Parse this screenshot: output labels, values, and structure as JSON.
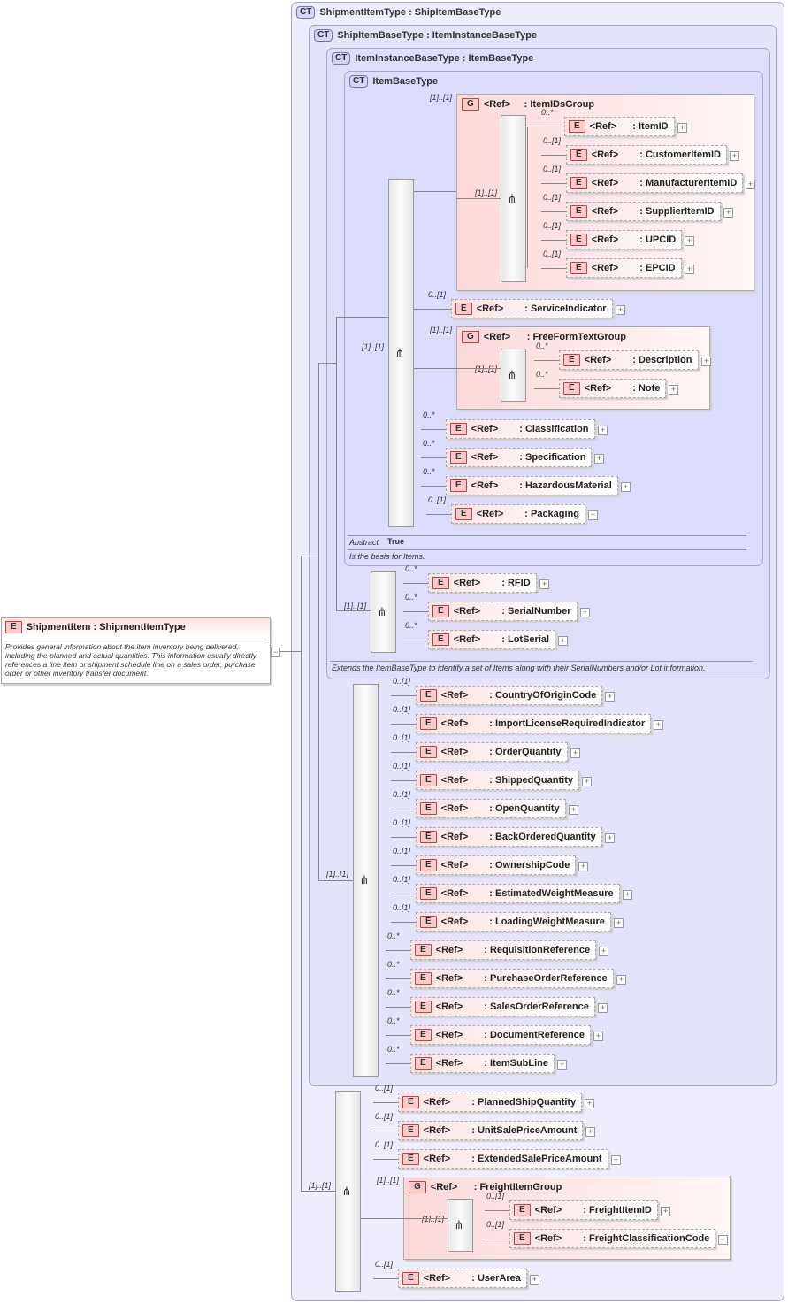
{
  "root": {
    "badge": "E",
    "title": "ShipmentItem",
    "type_sep": " : ",
    "type": "ShipmentItemType",
    "description": "Provides general information about the item inventory being delivered, including the planned and actual quantities.  This information usually directly references a line item or shipment schedule line on a sales order, purchase order or other inventory transfer document."
  },
  "labels": {
    "ct_badge": "CT",
    "e_badge": "E",
    "g_badge": "G",
    "ref": "<Ref>",
    "sep": ":",
    "plus": "+"
  },
  "types": {
    "shipment_item_type": "ShipmentItemType : ShipItemBaseType",
    "ship_item_base_type": "ShipItemBaseType : ItemInstanceBaseType",
    "item_instance_base_type": "ItemInstanceBaseType : ItemBaseType",
    "item_base_type": "ItemBaseType"
  },
  "item_base": {
    "group1": {
      "card": "[1]..[1]",
      "name": "ItemIDsGroup",
      "seq_card": "[1]..[1]",
      "items": [
        {
          "card": "0..*",
          "name": "ItemID"
        },
        {
          "card": "0..[1]",
          "name": "CustomerItemID"
        },
        {
          "card": "0..[1]",
          "name": "ManufacturerItemID"
        },
        {
          "card": "0..[1]",
          "name": "SupplierItemID"
        },
        {
          "card": "0..[1]",
          "name": "UPCID"
        },
        {
          "card": "0..[1]",
          "name": "EPCID"
        }
      ]
    },
    "seq_card": "[1]..[1]",
    "service": {
      "card": "0..[1]",
      "name": "ServiceIndicator"
    },
    "group2": {
      "card": "[1]..[1]",
      "name": "FreeFormTextGroup",
      "seq_card": "[1]..[1]",
      "items": [
        {
          "card": "0..*",
          "name": "Description"
        },
        {
          "card": "0..*",
          "name": "Note"
        }
      ]
    },
    "items": [
      {
        "card": "0..*",
        "name": "Classification"
      },
      {
        "card": "0..*",
        "name": "Specification"
      },
      {
        "card": "0..*",
        "name": "HazardousMaterial"
      },
      {
        "card": "0..[1]",
        "name": "Packaging"
      }
    ],
    "abstract_label": "Abstract",
    "abstract_value": "True",
    "doc": "Is the basis for Items."
  },
  "item_instance": {
    "seq_card": "[1]..[1]",
    "items": [
      {
        "card": "0..*",
        "name": "RFID"
      },
      {
        "card": "0..*",
        "name": "SerialNumber"
      },
      {
        "card": "0..*",
        "name": "LotSerial"
      }
    ],
    "doc": "Extends the ItemBaseType to identify a set of Items along with their SerialNumbers and/or Lot information."
  },
  "ship_item_base": {
    "seq_card": "[1]..[1]",
    "items": [
      {
        "card": "0..[1]",
        "name": "CountryOfOriginCode"
      },
      {
        "card": "0..[1]",
        "name": "ImportLicenseRequiredIndicator"
      },
      {
        "card": "0..[1]",
        "name": "OrderQuantity"
      },
      {
        "card": "0..[1]",
        "name": "ShippedQuantity"
      },
      {
        "card": "0..[1]",
        "name": "OpenQuantity"
      },
      {
        "card": "0..[1]",
        "name": "BackOrderedQuantity"
      },
      {
        "card": "0..[1]",
        "name": "OwnershipCode"
      },
      {
        "card": "0..[1]",
        "name": "EstimatedWeightMeasure"
      },
      {
        "card": "0..[1]",
        "name": "LoadingWeightMeasure"
      },
      {
        "card": "0..*",
        "name": "RequisitionReference"
      },
      {
        "card": "0..*",
        "name": "PurchaseOrderReference"
      },
      {
        "card": "0..*",
        "name": "SalesOrderReference"
      },
      {
        "card": "0..*",
        "name": "DocumentReference"
      },
      {
        "card": "0..*",
        "name": "ItemSubLine"
      }
    ]
  },
  "shipment_item": {
    "seq_card": "[1]..[1]",
    "items": [
      {
        "card": "0..[1]",
        "name": "PlannedShipQuantity"
      },
      {
        "card": "0..[1]",
        "name": "UnitSalePriceAmount"
      },
      {
        "card": "0..[1]",
        "name": "ExtendedSalePriceAmount"
      }
    ],
    "group": {
      "card": "[1]..[1]",
      "name": "FreightItemGroup",
      "seq_card": "[1]..[1]",
      "items": [
        {
          "card": "0..[1]",
          "name": "FreightItemID"
        },
        {
          "card": "0..[1]",
          "name": "FreightClassificationCode"
        }
      ]
    },
    "last": {
      "card": "0..[1]",
      "name": "UserArea"
    }
  }
}
